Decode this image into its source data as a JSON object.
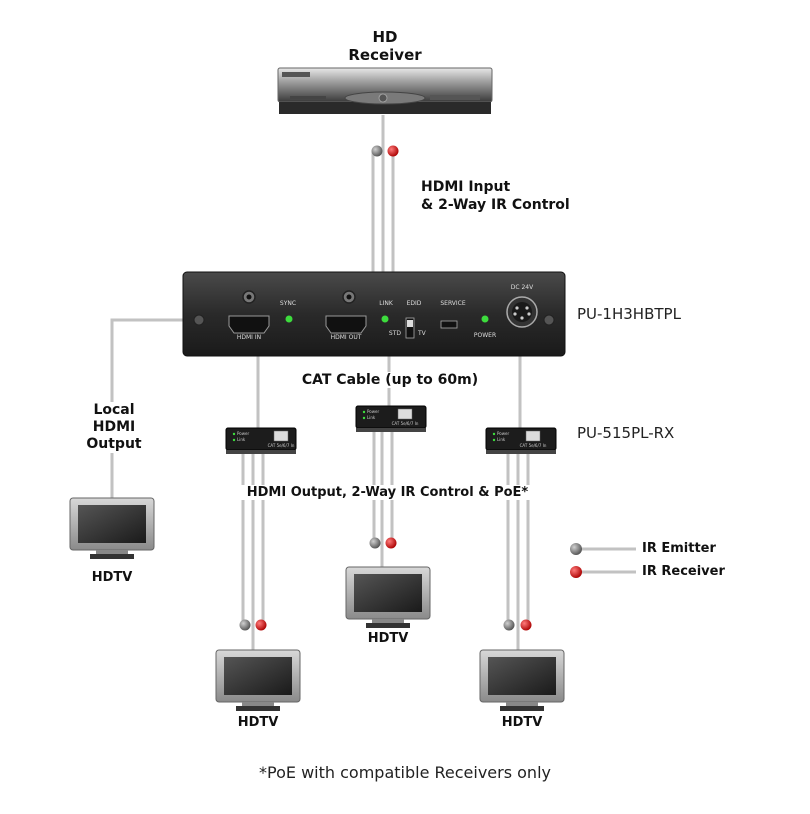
{
  "source": {
    "label_line1": "HD",
    "label_line2": "Receiver"
  },
  "input_label": {
    "line1": "HDMI Input",
    "line2": "& 2-Way IR Control"
  },
  "transmitter": {
    "model": "PU-1H3HBTPL",
    "port_labels": {
      "sync": "SYNC",
      "hdmi_in": "HDMI IN",
      "link": "LINK",
      "edid": "EDID",
      "hdmi_out": "HDMI OUT",
      "std": "STD",
      "tv": "TV",
      "service": "SERVICE",
      "dc": "DC 24V",
      "power": "POWER"
    }
  },
  "cat_label": "CAT Cable (up to 60m)",
  "receiver_model": "PU-515PL-RX",
  "receiver_leds": {
    "power": "Power",
    "link": "Link",
    "cat": "CAT 5e/6/7 In"
  },
  "local_output_label": {
    "line1": "Local",
    "line2": "HDMI",
    "line3": "Output"
  },
  "output_label": "HDMI Output, 2-Way IR Control & PoE*",
  "display_label": "HDTV",
  "legend": {
    "emitter": "IR Emitter",
    "receiver": "IR Receiver"
  },
  "footnote": "*PoE with compatible Receivers only",
  "colors": {
    "ir_emitter": "#8a8a8a",
    "ir_receiver": "#c41818",
    "cable": "#c2c2c2",
    "device": "#2a2a2a",
    "led": "#3ddc3d"
  }
}
